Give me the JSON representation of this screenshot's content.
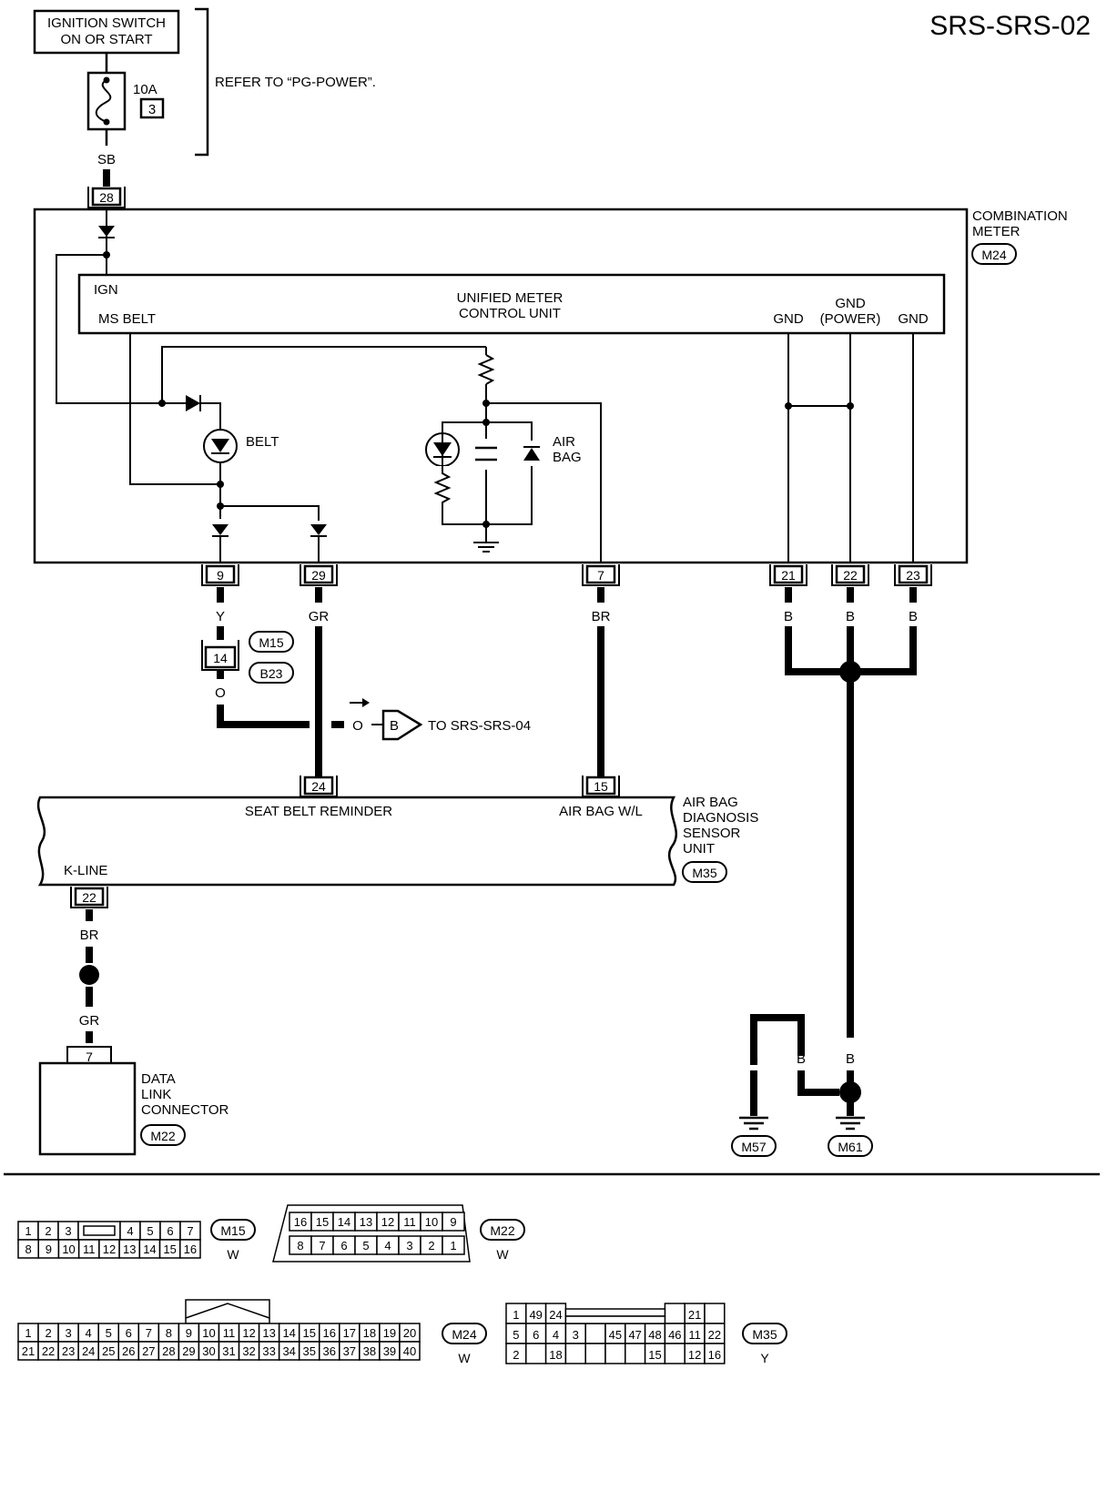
{
  "page_id": "SRS-SRS-02",
  "power": {
    "ignition_line1": "IGNITION SWITCH",
    "ignition_line2": "ON OR START",
    "fuse_amp": "10A",
    "fuse_number": "3",
    "refer_note": "REFER TO “PG-POWER”."
  },
  "wire_sb": "SB",
  "combination_meter": {
    "label_line1": "COMBINATION",
    "label_line2": "METER",
    "connector": "M24",
    "input_pin": "28",
    "unit_label_line1": "UNIFIED METER",
    "unit_label_line2": "CONTROL UNIT",
    "ign": "IGN",
    "ms_belt": "MS BELT",
    "gnd_left": "GND",
    "gnd_power_line1": "GND",
    "gnd_power_line2": "(POWER)",
    "gnd_right": "GND",
    "belt_label": "BELT",
    "airbag_line1": "AIR",
    "airbag_line2": "BAG",
    "pins": [
      "9",
      "29",
      "7",
      "21",
      "22",
      "23"
    ]
  },
  "wires": {
    "pin9": "Y",
    "pin29": "GR",
    "pin7": "BR",
    "pin21": "B",
    "pin22": "B",
    "pin23": "B",
    "after_m15": "O",
    "arrow_wire": "O"
  },
  "joint_connector": {
    "pin": "14",
    "connector_a": "M15",
    "connector_b": "B23"
  },
  "offpage": {
    "letter": "B",
    "label": "TO SRS-SRS-04"
  },
  "airbag_unit": {
    "label_line1": "AIR BAG",
    "label_line2": "DIAGNOSIS",
    "label_line3": "SENSOR",
    "label_line4": "UNIT",
    "connector": "M35",
    "seat_belt_reminder": "SEAT BELT REMINDER",
    "airbag_wl": "AIR BAG W/L",
    "kline": "K-LINE",
    "pin_seatbelt": "24",
    "pin_airbag": "15",
    "pin_kline": "22"
  },
  "kline_wire_top": "BR",
  "kline_wire_bottom": "GR",
  "dlc": {
    "label_line1": "DATA",
    "label_line2": "LINK",
    "label_line3": "CONNECTOR",
    "connector": "M22",
    "pin": "7"
  },
  "ground": {
    "wire_left": "B",
    "wire_mid": "B",
    "wire_right": "B",
    "ground_a": "M57",
    "ground_b": "M61"
  },
  "connector_views": {
    "m15": {
      "name": "M15",
      "color": "W",
      "top": [
        "1",
        "2",
        "3",
        "",
        "4",
        "5",
        "6",
        "7"
      ],
      "bottom": [
        "8",
        "9",
        "10",
        "11",
        "12",
        "13",
        "14",
        "15",
        "16"
      ]
    },
    "m22": {
      "name": "M22",
      "color": "W",
      "top": [
        "16",
        "15",
        "14",
        "13",
        "12",
        "11",
        "10",
        "9"
      ],
      "bottom": [
        "8",
        "7",
        "6",
        "5",
        "4",
        "3",
        "2",
        "1"
      ]
    },
    "m24": {
      "name": "M24",
      "color": "W",
      "top": [
        "1",
        "2",
        "3",
        "4",
        "5",
        "6",
        "7",
        "8",
        "9",
        "10",
        "11",
        "12",
        "13",
        "14",
        "15",
        "16",
        "17",
        "18",
        "19",
        "20"
      ],
      "bottom": [
        "21",
        "22",
        "23",
        "24",
        "25",
        "26",
        "27",
        "28",
        "29",
        "30",
        "31",
        "32",
        "33",
        "34",
        "35",
        "36",
        "37",
        "38",
        "39",
        "40"
      ]
    },
    "m35": {
      "name": "M35",
      "color": "Y",
      "row1": [
        "1",
        "49",
        "24",
        "",
        "",
        "",
        "",
        "",
        "",
        "21",
        ""
      ],
      "row2": [
        "5",
        "6",
        "4",
        "3",
        "",
        "45",
        "47",
        "48",
        "46",
        "11",
        "22"
      ],
      "row3": [
        "2",
        "",
        "18",
        "",
        "",
        "",
        "",
        "15",
        "",
        "12",
        "16"
      ]
    }
  }
}
